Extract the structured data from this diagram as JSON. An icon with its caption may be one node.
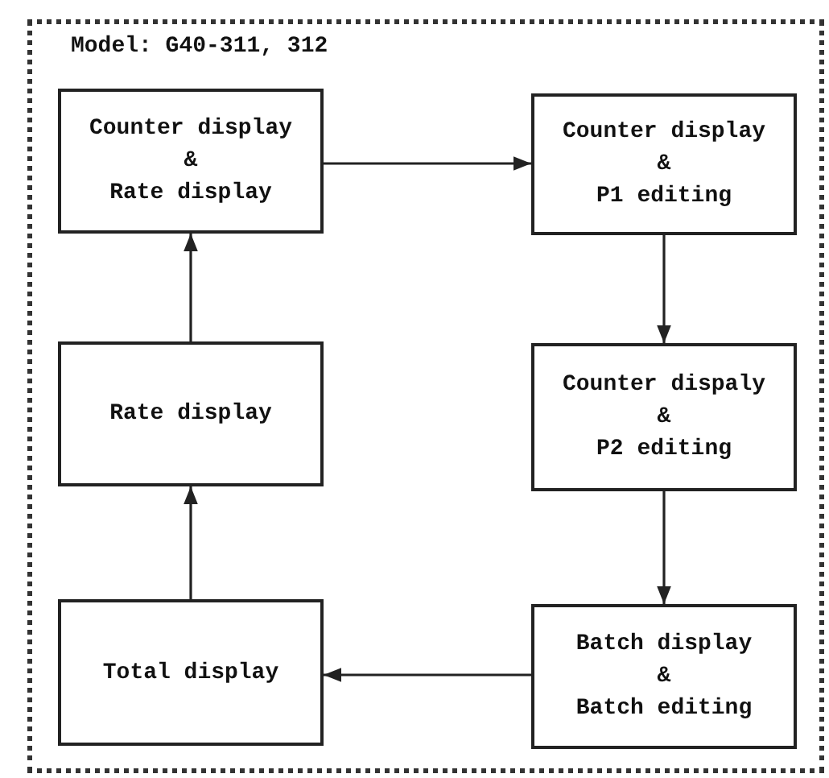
{
  "diagram": {
    "nodes": [
      {
        "text": [
          "Model: G40-311, 312"
        ]
      },
      {
        "text": [
          "Counter display",
          "&",
          "Rate display"
        ],
        "in": 0
      },
      {
        "text": [
          "Counter display",
          "&",
          "P1 editing"
        ],
        "in": 0
      },
      {
        "text": [
          "Rate display"
        ],
        "in": 0
      },
      {
        "text": [
          "Counter dispaly",
          "&",
          "P2 editing"
        ],
        "in": 0
      },
      {
        "text": [
          "Total display"
        ],
        "in": 0
      },
      {
        "text": [
          "Batch display",
          "&",
          "Batch editing"
        ],
        "in": 0
      }
    ],
    "edges": [
      {
        "from": 1,
        "to": 2,
        "arrow": "to"
      },
      {
        "from": 2,
        "to": 4,
        "arrow": "to"
      },
      {
        "from": 4,
        "to": 6,
        "arrow": "to"
      },
      {
        "from": 6,
        "to": 5,
        "arrow": "to"
      },
      {
        "from": 5,
        "to": 3,
        "arrow": "to"
      },
      {
        "from": 3,
        "to": 1,
        "arrow": "to"
      }
    ]
  }
}
